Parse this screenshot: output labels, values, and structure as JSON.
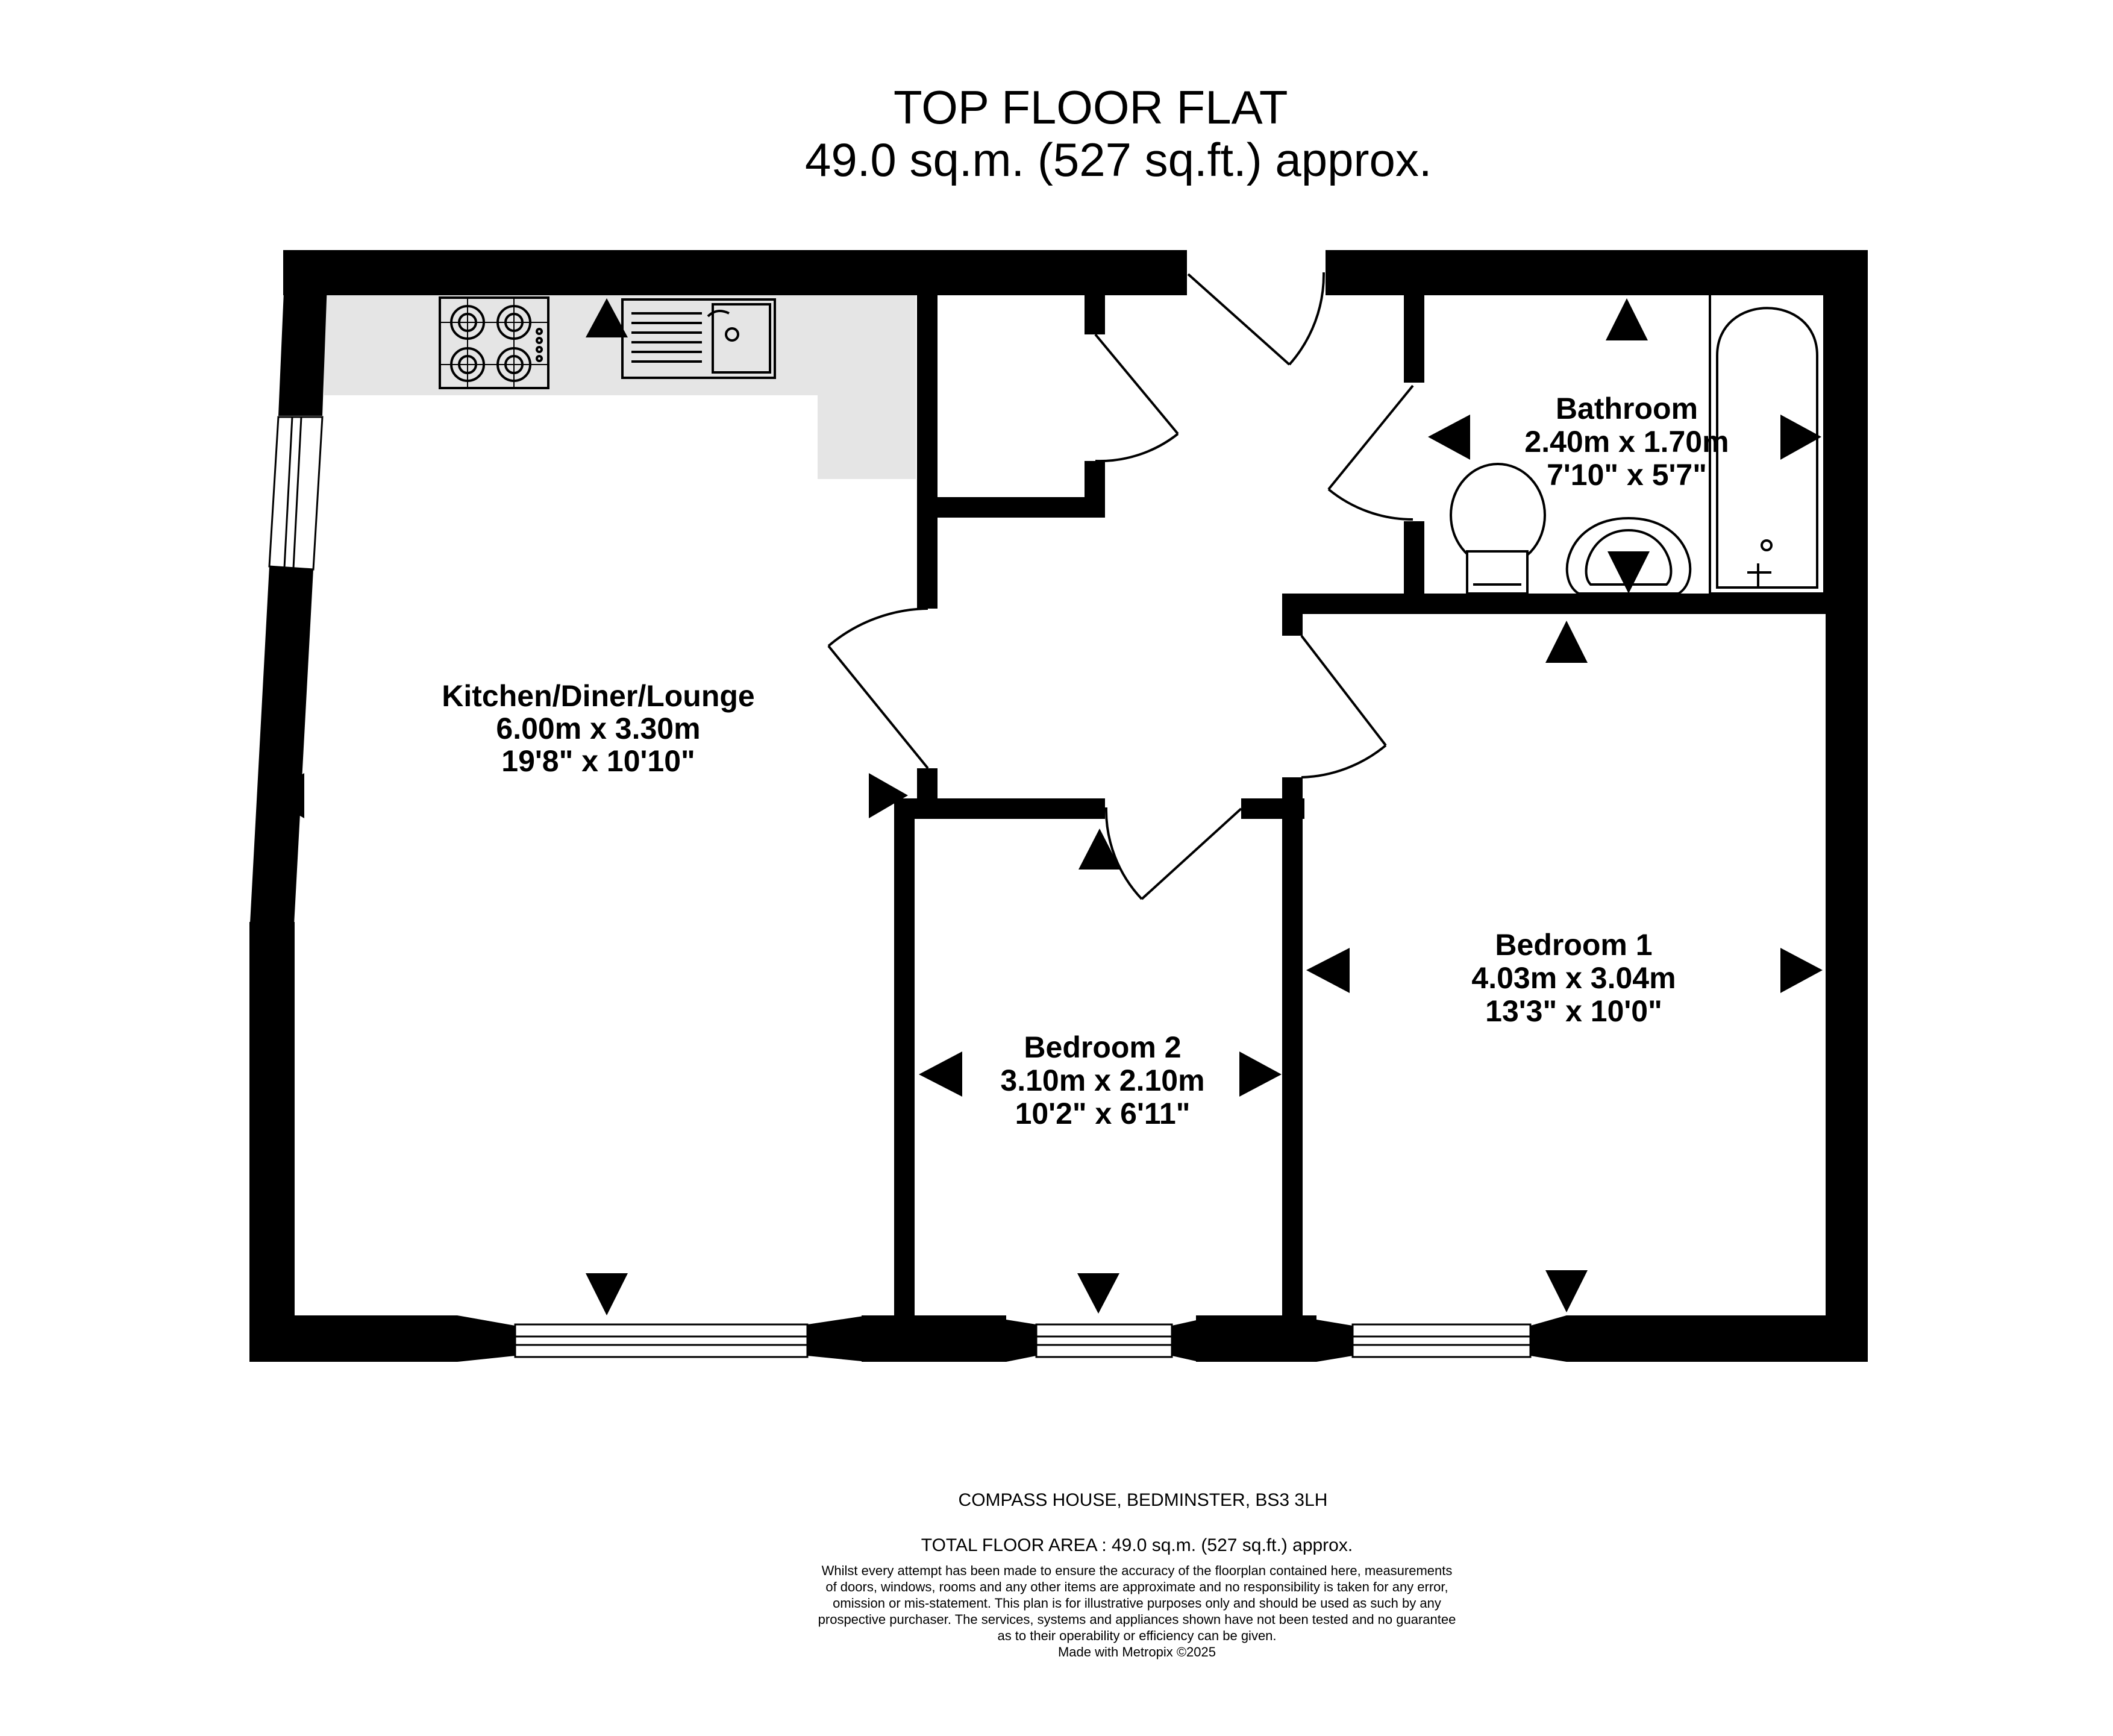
{
  "header": {
    "title": "TOP FLOOR FLAT",
    "area": "49.0 sq.m. (527 sq.ft.) approx."
  },
  "rooms": {
    "kitchen": {
      "name": "Kitchen/Diner/Lounge",
      "metric": "6.00m  x 3.30m",
      "imperial": "19'8\"  x 10'10\""
    },
    "bathroom": {
      "name": "Bathroom",
      "metric": "2.40m  x 1.70m",
      "imperial": "7'10\"  x 5'7\""
    },
    "bedroom1": {
      "name": "Bedroom 1",
      "metric": "4.03m  x 3.04m",
      "imperial": "13'3\"  x 10'0\""
    },
    "bedroom2": {
      "name": "Bedroom 2",
      "metric": "3.10m  x 2.10m",
      "imperial": "10'2\"  x 6'11\""
    }
  },
  "footer": {
    "address": "COMPASS HOUSE, BEDMINSTER, BS3 3LH",
    "total": "TOTAL FLOOR AREA : 49.0 sq.m. (527 sq.ft.) approx.",
    "disclaimer": [
      "Whilst every attempt has been made to ensure the accuracy of the floorplan contained here, measurements",
      "of doors, windows, rooms and any other items are approximate and no responsibility is taken for any error,",
      "omission or mis-statement. This plan is for illustrative purposes only and should be used as such by any",
      "prospective purchaser. The services, systems and appliances shown have not been tested and no guarantee",
      "as to their operability or efficiency can be given.",
      "Made with Metropix ©2025"
    ]
  },
  "colors": {
    "wall": "#000000",
    "counter": "#e5e5e5",
    "background": "#ffffff"
  }
}
